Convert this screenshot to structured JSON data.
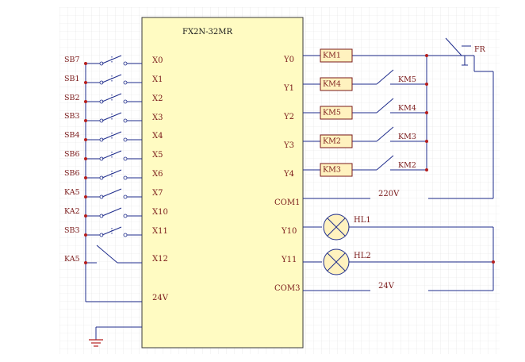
{
  "plc": {
    "model": "FX2N-32MR"
  },
  "inputs": [
    {
      "device": "SB7",
      "terminal": "X0"
    },
    {
      "device": "SB1",
      "terminal": "X1"
    },
    {
      "device": "SB2",
      "terminal": "X2"
    },
    {
      "device": "SB3",
      "terminal": "X3"
    },
    {
      "device": "SB4",
      "terminal": "X4"
    },
    {
      "device": "SB6",
      "terminal": "X5"
    },
    {
      "device": "SB6",
      "terminal": "X6"
    },
    {
      "device": "KA5",
      "terminal": "X7"
    },
    {
      "device": "KA2",
      "terminal": "X10"
    },
    {
      "device": "SB3",
      "terminal": "X11"
    },
    {
      "device": "KA5",
      "terminal": "X12"
    }
  ],
  "input_common": "24V",
  "outputs": [
    {
      "terminal": "Y0",
      "coil": "KM1",
      "interlock": ""
    },
    {
      "terminal": "Y1",
      "coil": "KM4",
      "interlock": "KM5"
    },
    {
      "terminal": "Y2",
      "coil": "KM5",
      "interlock": "KM4"
    },
    {
      "terminal": "Y3",
      "coil": "KM2",
      "interlock": "KM3"
    },
    {
      "terminal": "Y4",
      "coil": "KM3",
      "interlock": "KM2"
    }
  ],
  "thermal_relay": "FR",
  "com1": {
    "terminal": "COM1",
    "supply": "220V"
  },
  "lamps": [
    {
      "terminal": "Y10",
      "name": "HL1"
    },
    {
      "terminal": "Y11",
      "name": "HL2"
    }
  ],
  "com3": {
    "terminal": "COM3",
    "supply": "24V"
  },
  "colors": {
    "plc_fill": "#fffbc2",
    "coil_fill": "#fff2bf",
    "wire": "#1f2d8c",
    "label": "#7a1a1a",
    "grid": "#e2e2e2"
  }
}
